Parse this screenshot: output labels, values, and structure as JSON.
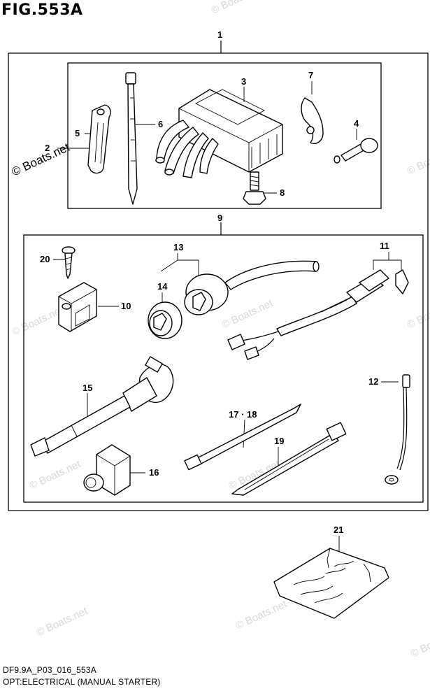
{
  "figure": {
    "title": "FIG.553A",
    "code": "DF9.9A_P03_016_553A",
    "caption": "OPT:ELECTRICAL (MANUAL STARTER)"
  },
  "watermark": "© Boats.net",
  "callouts": [
    "1",
    "2",
    "3",
    "4",
    "5",
    "6",
    "7",
    "8",
    "9",
    "10",
    "11",
    "12",
    "13",
    "14",
    "15",
    "16",
    "17 · 18",
    "19",
    "20",
    "21"
  ]
}
